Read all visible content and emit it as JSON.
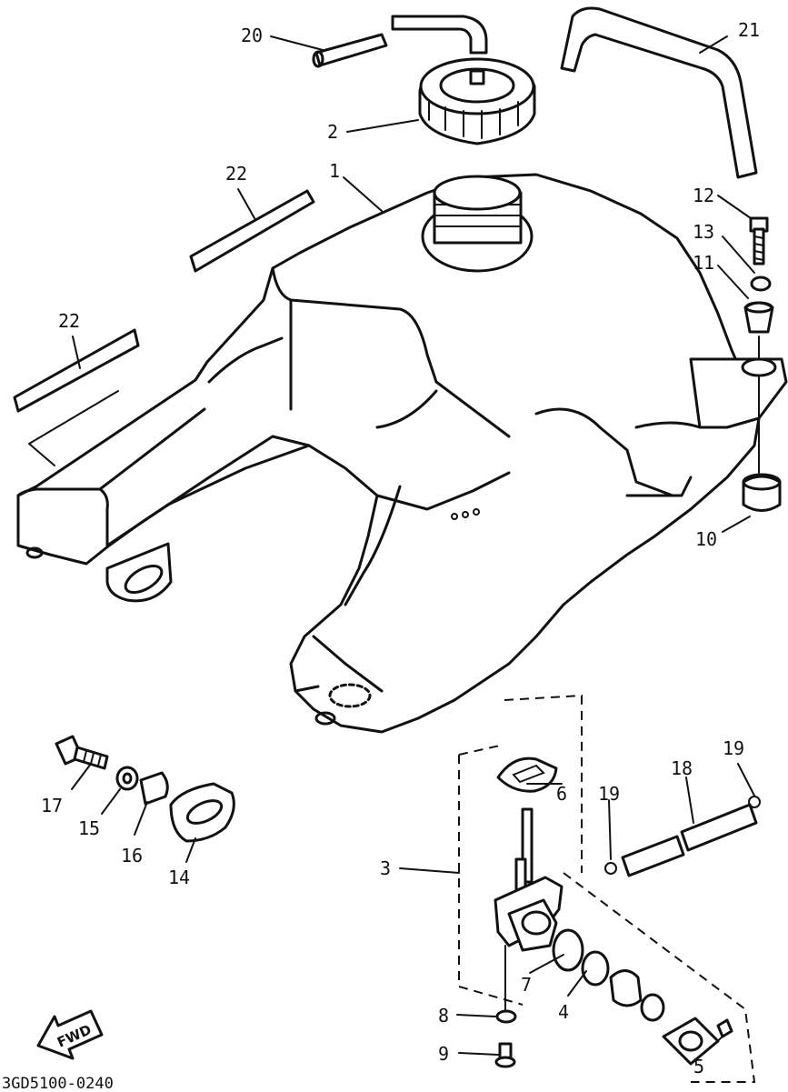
{
  "diagram": {
    "labels": {
      "p1": "1",
      "p2": "2",
      "p3": "3",
      "p4": "4",
      "p5": "5",
      "p6": "6",
      "p7": "7",
      "p8": "8",
      "p9": "9",
      "p10": "10",
      "p11": "11",
      "p12": "12",
      "p13": "13",
      "p14": "14",
      "p15": "15",
      "p16": "16",
      "p17": "17",
      "p18": "18",
      "p19a": "19",
      "p19b": "19",
      "p20": "20",
      "p21": "21",
      "p22a": "22",
      "p22b": "22"
    },
    "fwd_arrow_text": "FWD",
    "code": "3GD5100-0240"
  }
}
